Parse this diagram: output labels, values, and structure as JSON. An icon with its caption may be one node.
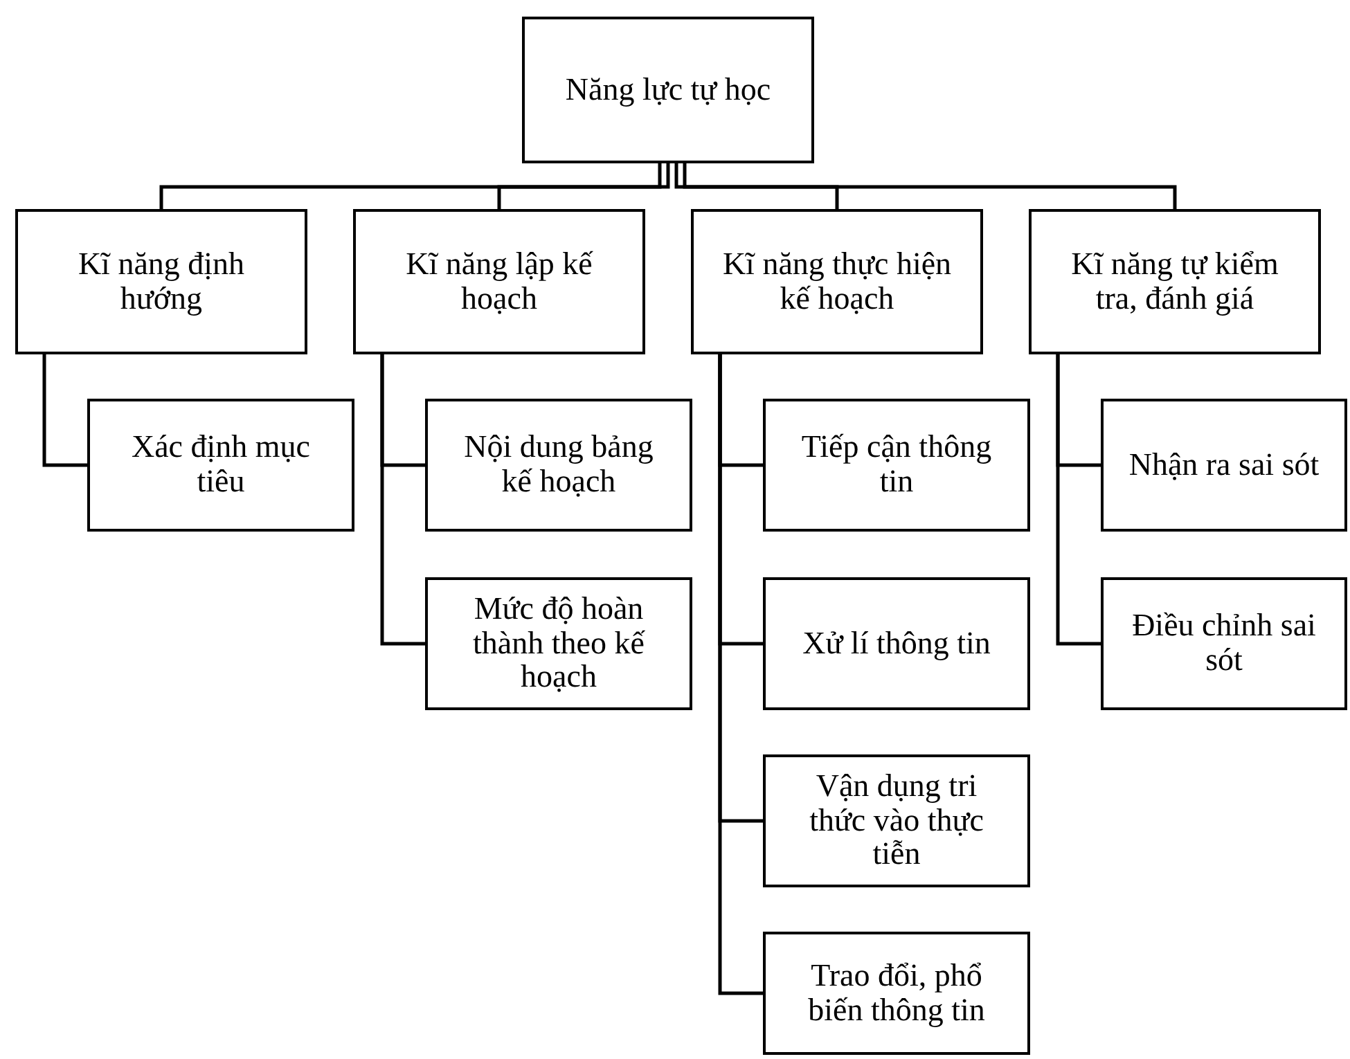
{
  "diagram": {
    "nodes": [
      {
        "text": [
          "Năng lực tự học"
        ]
      },
      {
        "text": [
          "Kĩ năng định hướng"
        ]
      },
      {
        "text": [
          "Kĩ năng lập kế hoạch"
        ]
      },
      {
        "text": [
          "Kĩ năng thực hiện kế hoạch"
        ]
      },
      {
        "text": [
          "Kĩ năng tự kiểm tra, đánh giá"
        ]
      },
      {
        "text": [
          "Xác định mục tiêu"
        ]
      },
      {
        "text": [
          "Nội dung bảng kế hoạch"
        ]
      },
      {
        "text": [
          "Mức độ hoàn thành theo kế hoạch"
        ]
      },
      {
        "text": [
          "Tiếp cận thông tin"
        ]
      },
      {
        "text": [
          "Xử lí thông tin"
        ]
      },
      {
        "text": [
          "Vận dụng tri thức vào thực tiễn"
        ]
      },
      {
        "text": [
          "Trao đổi, phổ biến thông tin"
        ]
      },
      {
        "text": [
          "Nhận ra sai sót"
        ]
      },
      {
        "text": [
          "Điều chỉnh sai sót"
        ]
      }
    ],
    "edges": [
      {
        "from": 0,
        "to": 1,
        "arrow": "none"
      },
      {
        "from": 0,
        "to": 2,
        "arrow": "none"
      },
      {
        "from": 0,
        "to": 3,
        "arrow": "none"
      },
      {
        "from": 0,
        "to": 4,
        "arrow": "none"
      },
      {
        "from": 1,
        "to": 5,
        "arrow": "none"
      },
      {
        "from": 2,
        "to": 6,
        "arrow": "none"
      },
      {
        "from": 2,
        "to": 7,
        "arrow": "none"
      },
      {
        "from": 3,
        "to": 8,
        "arrow": "none"
      },
      {
        "from": 3,
        "to": 9,
        "arrow": "none"
      },
      {
        "from": 3,
        "to": 10,
        "arrow": "none"
      },
      {
        "from": 3,
        "to": 11,
        "arrow": "none"
      },
      {
        "from": 4,
        "to": 12,
        "arrow": "none"
      },
      {
        "from": 4,
        "to": 13,
        "arrow": "none"
      }
    ]
  }
}
